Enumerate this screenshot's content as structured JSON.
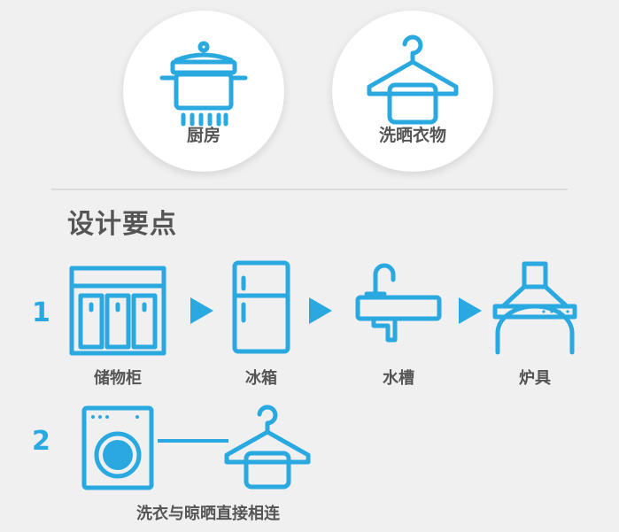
{
  "colors": {
    "accent": "#29a9e0",
    "text": "#555555",
    "background": "#f0f0f0"
  },
  "top_icons": [
    {
      "icon": "cooking-pot-icon",
      "label": "厨房"
    },
    {
      "icon": "clothes-hanger-icon",
      "label": "洗晒衣物"
    }
  ],
  "section_title": "设计要点",
  "row1": {
    "number": "1",
    "items": [
      {
        "icon": "storage-cabinet-icon",
        "label": "储物柜"
      },
      {
        "icon": "refrigerator-icon",
        "label": "冰箱"
      },
      {
        "icon": "sink-icon",
        "label": "水槽"
      },
      {
        "icon": "stove-hood-icon",
        "label": "炉具"
      }
    ]
  },
  "row2": {
    "number": "2",
    "items": [
      {
        "icon": "washing-machine-icon"
      },
      {
        "icon": "clothes-hanger-icon"
      }
    ],
    "caption": "洗衣与晾晒直接相连"
  }
}
